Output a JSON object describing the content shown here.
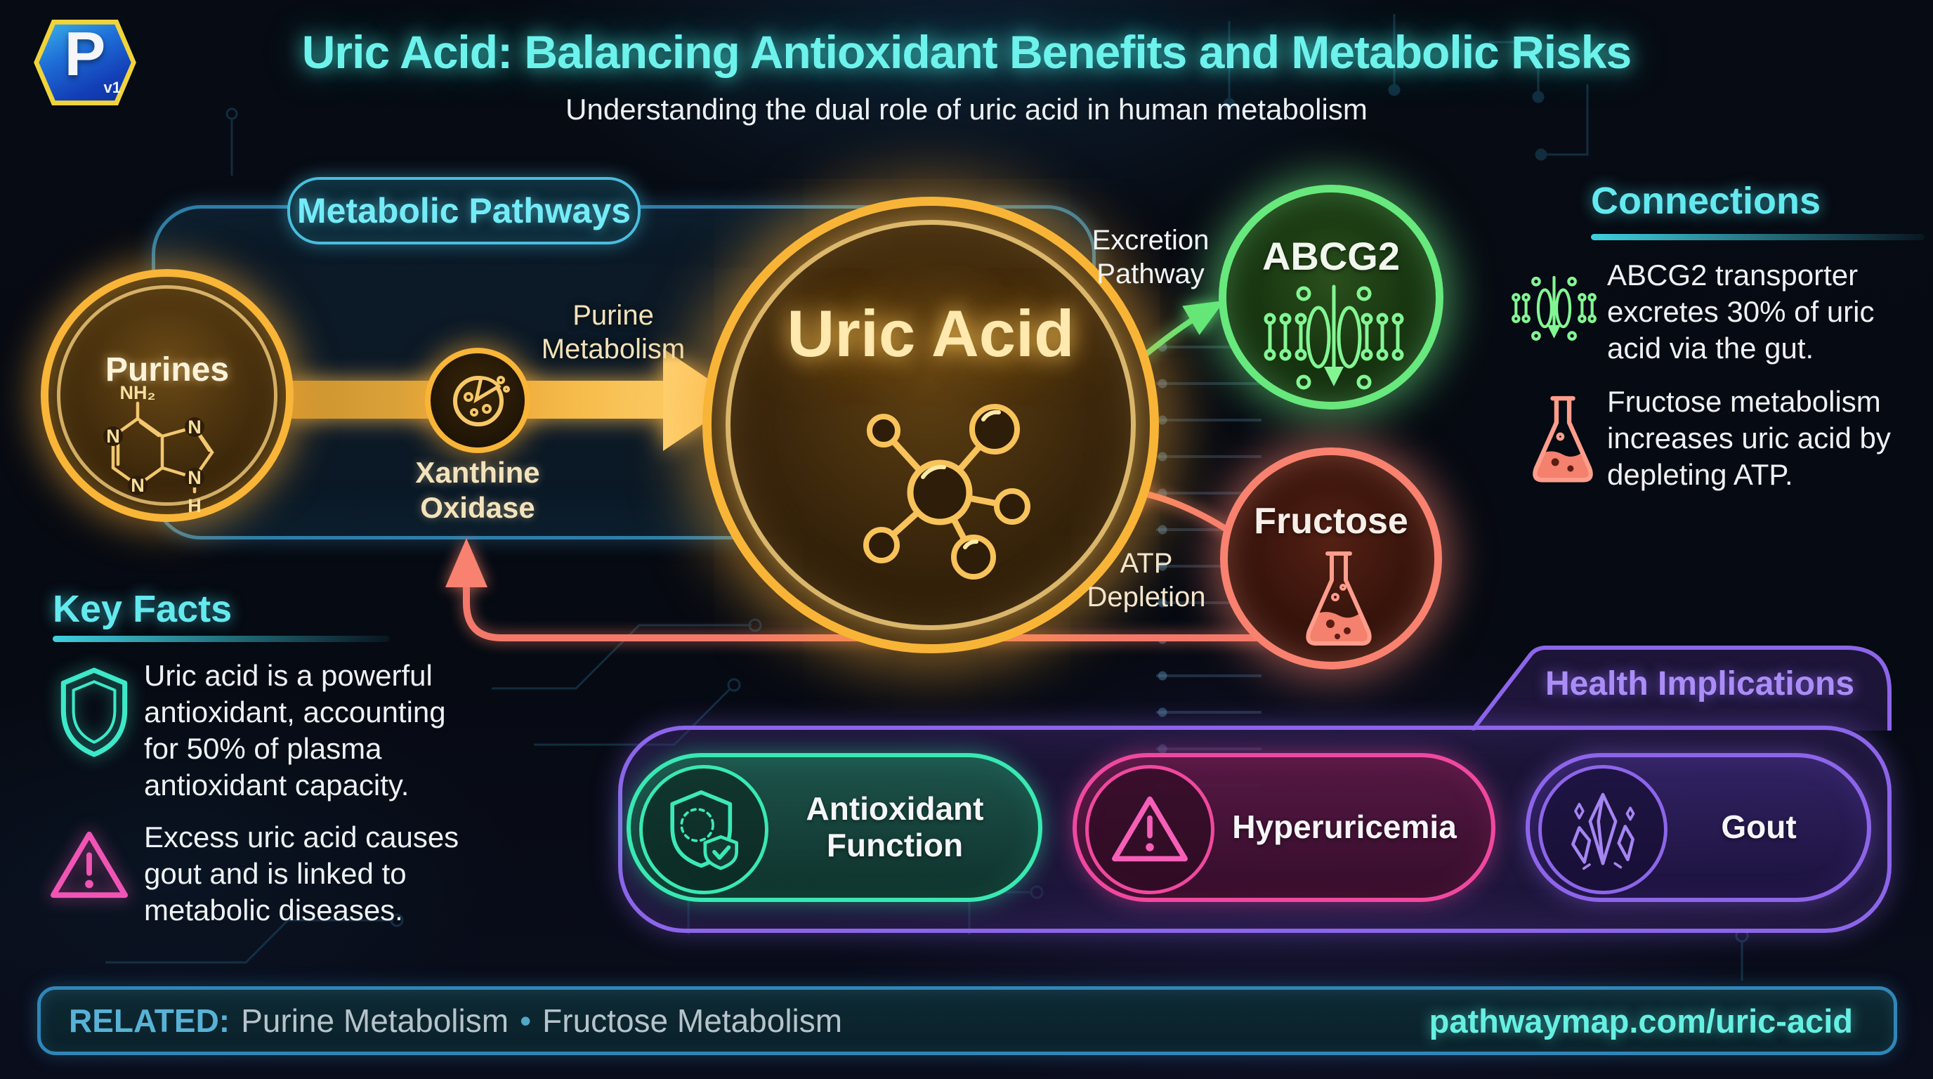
{
  "header": {
    "title": "Uric Acid: Balancing Antioxidant Benefits and Metabolic Risks",
    "subtitle": "Understanding the dual role of uric acid in human metabolism",
    "logo": {
      "letter": "P",
      "version": "v1"
    }
  },
  "pathway": {
    "section_label": "Metabolic Pathways",
    "purines": {
      "label": "Purines",
      "atoms": {
        "nh2": "NH₂",
        "n_left": "N",
        "n_bottom": "N",
        "n_top_right": "N",
        "n_right": "N",
        "h": "H"
      }
    },
    "xanthine_oxidase": {
      "label": "Xanthine\nOxidase"
    },
    "uric_acid": {
      "label": "Uric Acid"
    },
    "abcg2": {
      "label": "ABCG2"
    },
    "fructose": {
      "label": "Fructose"
    },
    "arrows": {
      "purine_metabolism": "Purine\nMetabolism",
      "excretion_pathway": "Excretion\nPathway",
      "atp_depletion": "ATP\nDepletion"
    }
  },
  "connections": {
    "heading": "Connections",
    "items": [
      {
        "icon": "transporter-icon",
        "text": "ABCG2 transporter\nexcretes 30% of uric\nacid via the gut."
      },
      {
        "icon": "flask-icon",
        "text": "Fructose metabolism\nincreases uric acid by\ndepleting ATP."
      }
    ]
  },
  "key_facts": {
    "heading": "Key Facts",
    "items": [
      {
        "icon": "shield-icon",
        "text": "Uric acid is a powerful\nantioxidant, accounting\nfor 50% of plasma\nantioxidant capacity."
      },
      {
        "icon": "warning-icon",
        "text": "Excess uric acid causes\ngout and is linked to\nmetabolic diseases."
      }
    ]
  },
  "health_implications": {
    "heading": "Health Implications",
    "pills": [
      {
        "icon": "shield-check-icon",
        "label": "Antioxidant\nFunction",
        "color": "#38e9b2"
      },
      {
        "icon": "warning-triangle-icon",
        "label": "Hyperuricemia",
        "color": "#f0489f"
      },
      {
        "icon": "crystals-icon",
        "label": "Gout",
        "color": "#8d65ea"
      }
    ]
  },
  "footer": {
    "related_label": "RELATED:",
    "related_items": [
      "Purine Metabolism",
      "Fructose Metabolism"
    ],
    "separator": "•",
    "url": "pathwaymap.com/uric-acid"
  },
  "colors": {
    "gold": "#f8b537",
    "green": "#67e97d",
    "salmon": "#f8826f",
    "cyan": "#64e9ef",
    "teal": "#38e9b2",
    "pink": "#f0489f",
    "purple": "#8d65ea"
  }
}
